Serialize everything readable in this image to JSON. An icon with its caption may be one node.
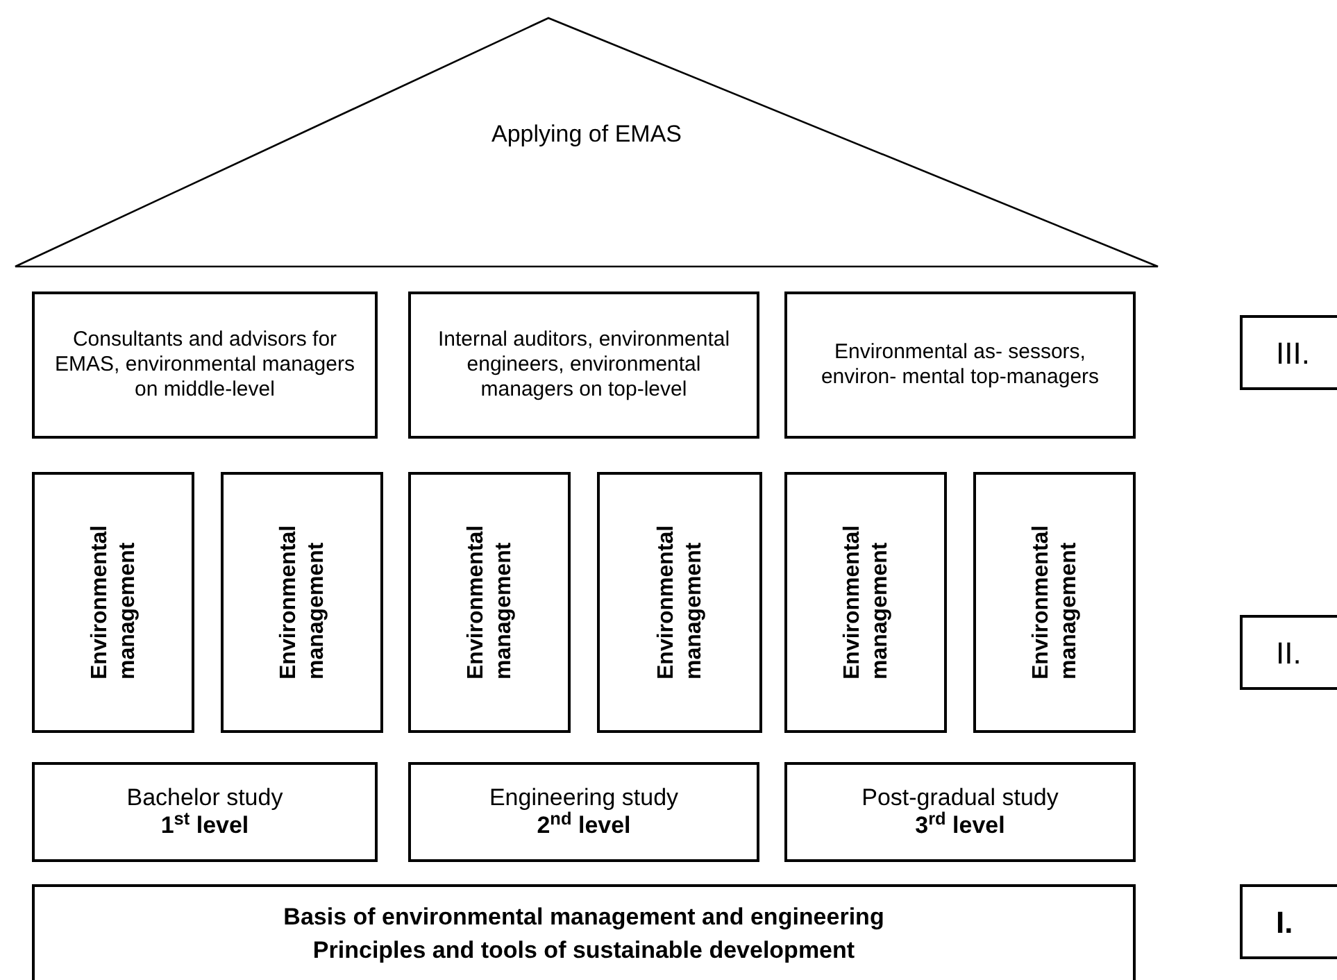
{
  "diagram": {
    "nodes": [
      {
        "text": [
          "Applying of EMAS"
        ]
      },
      {
        "text": [
          "Consultants and advisors for EMAS, environmental managers on middle-level"
        ]
      },
      {
        "text": [
          "Internal auditors, environmental engineers, environmental managers on top-level"
        ]
      },
      {
        "text": [
          "Environmental as- sessors, environ- mental top-managers"
        ]
      },
      {
        "text": [
          "Environmental management"
        ]
      },
      {
        "text": [
          "Environmental management"
        ]
      },
      {
        "text": [
          "Environmental management"
        ]
      },
      {
        "text": [
          "Environmental management"
        ]
      },
      {
        "text": [
          "Environmental management"
        ]
      },
      {
        "text": [
          "Environmental management"
        ]
      },
      {
        "text": [
          "Bachelor study",
          "1$^{st}$ level"
        ]
      },
      {
        "text": [
          "Engineering study",
          "2$^{nd}$ level"
        ]
      },
      {
        "text": [
          "Post-gradual study",
          "3$^{rd}$ level"
        ]
      },
      {
        "text": [
          "Basis of environmental management and engineering",
          "Principles and tools of sustainable development"
        ]
      },
      {
        "text": [
          "III."
        ]
      },
      {
        "text": [
          "II."
        ]
      },
      {
        "text": [
          "I."
        ]
      }
    ]
  }
}
